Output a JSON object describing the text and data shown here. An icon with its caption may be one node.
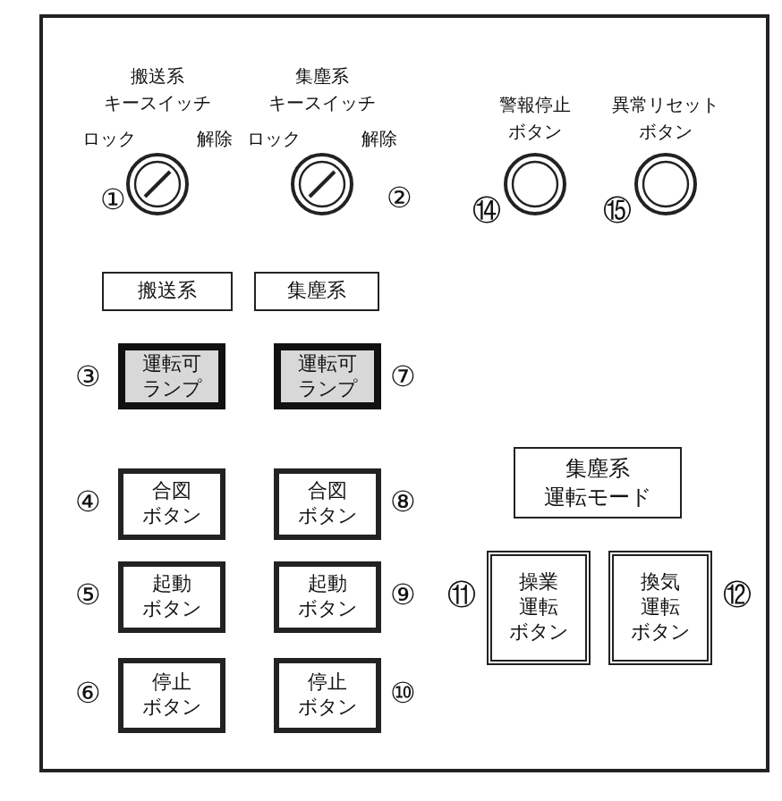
{
  "diagram": {
    "nodes": [
      {
        "text": [
          "搬送系キースイッチ",
          "ロック",
          "解除"
        ]
      },
      {
        "text": [
          "集塵系キースイッチ",
          "ロック",
          "解除"
        ]
      },
      {
        "text": [
          "警報停止ボタン"
        ]
      },
      {
        "text": [
          "異常リセットボタン"
        ]
      },
      {
        "text": [
          "搬送系"
        ]
      },
      {
        "text": [
          "集塵系"
        ]
      },
      {
        "text": [
          "運転可ランプ"
        ]
      },
      {
        "text": [
          "運転可ランプ"
        ]
      },
      {
        "text": [
          "合図ボタン"
        ]
      },
      {
        "text": [
          "合図ボタン"
        ]
      },
      {
        "text": [
          "起動ボタン"
        ]
      },
      {
        "text": [
          "起動ボタン"
        ]
      },
      {
        "text": [
          "停止ボタン"
        ]
      },
      {
        "text": [
          "停止ボタン"
        ]
      },
      {
        "text": [
          "集塵系運転モード"
        ]
      },
      {
        "text": [
          "操業運転ボタン"
        ]
      },
      {
        "text": [
          "換気運転ボタン"
        ]
      }
    ],
    "edges": [],
    "labels": [
      "①",
      "②",
      "⑭",
      "⑮",
      "③",
      "⑦",
      "④",
      "⑧",
      "⑤",
      "⑨",
      "⑪",
      "⑫",
      "⑥",
      "⑩"
    ]
  }
}
